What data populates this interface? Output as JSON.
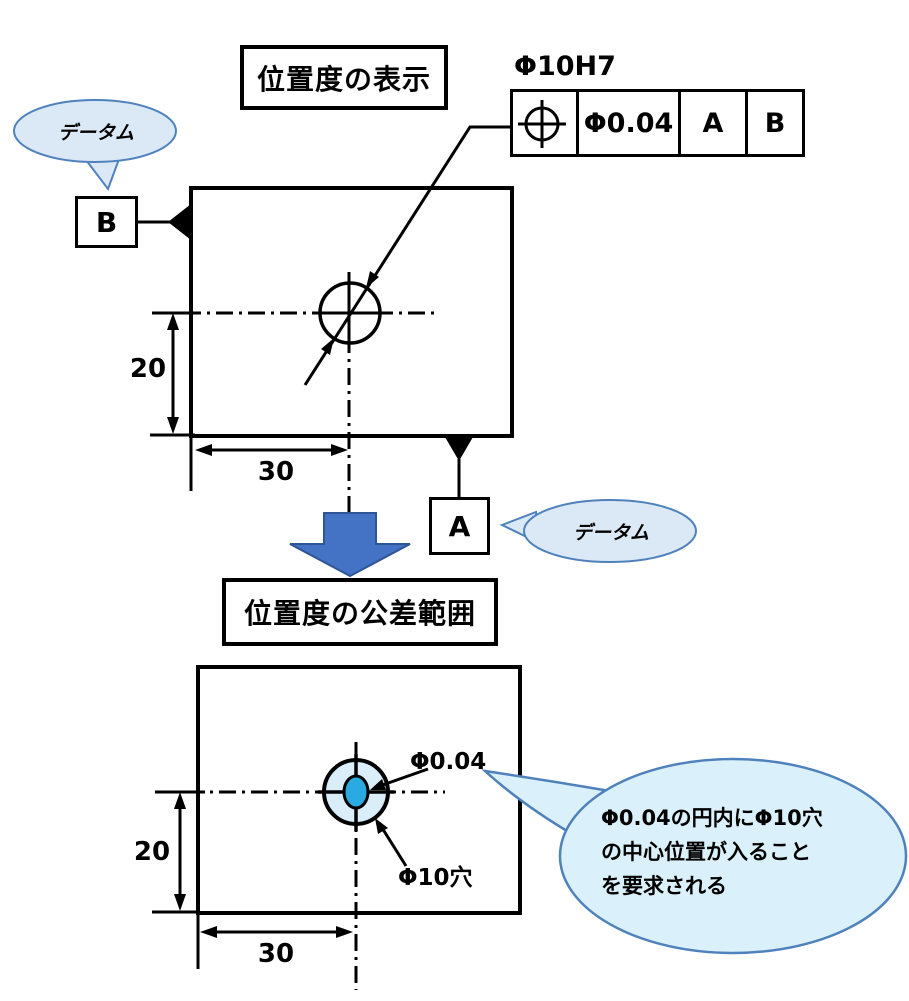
{
  "diagram1": {
    "title": "位置度の表示",
    "hole_callout": "Φ10H7",
    "fcf": {
      "symbol": "position-tolerance",
      "tolerance": "Φ0.04",
      "datum_primary": "A",
      "datum_secondary": "B"
    },
    "datum_left_label": "B",
    "datum_bottom_label": "A",
    "dim_vertical": "20",
    "dim_horizontal": "30",
    "callout_left": "データム",
    "callout_right": "データム"
  },
  "diagram2": {
    "title": "位置度の公差範囲",
    "dim_vertical": "20",
    "dim_horizontal": "30",
    "tolerance_zone_label": "Φ0.04",
    "hole_label": "Φ10穴",
    "note_lines": [
      "Φ0.04の円内にΦ10穴",
      "の中心位置が入ること",
      "を要求される"
    ]
  },
  "colors": {
    "line": "#000000",
    "callout_fill": "#dbe9f6",
    "callout_border": "#4f81bd",
    "note_fill": "#daf0fa",
    "arrow_fill": "#4472c4",
    "arrow_border": "#2f5597",
    "hole_fill": "#d9eef9",
    "tolerance_zone_fill": "#29abe2"
  }
}
